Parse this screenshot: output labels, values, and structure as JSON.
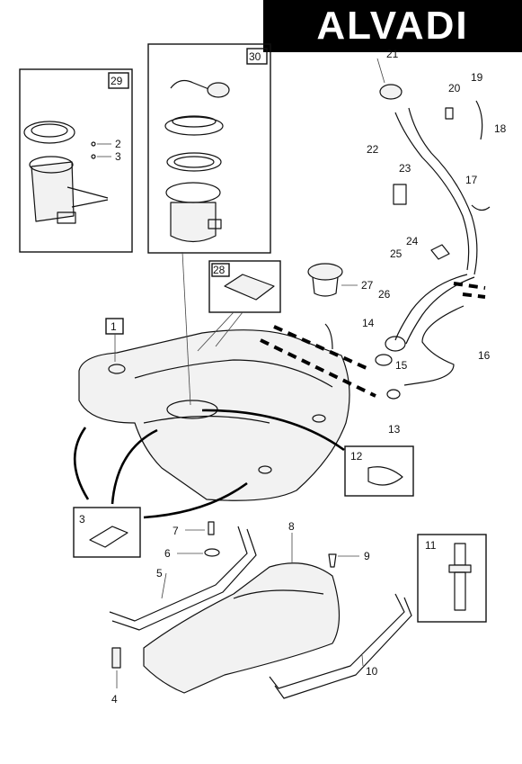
{
  "brand": {
    "logo_text": "ALVADI"
  },
  "callouts": {
    "c1": "1",
    "c2": "2",
    "c3": "3",
    "c4": "4",
    "c5": "5",
    "c6": "6",
    "c7": "7",
    "c8": "8",
    "c9": "9",
    "c10": "10",
    "c11": "11",
    "c12": "12",
    "c13": "13",
    "c14": "14",
    "c15": "15",
    "c16": "16",
    "c17": "17",
    "c18": "18",
    "c19": "19",
    "c20": "20",
    "c21": "21",
    "c22": "22",
    "c23": "23",
    "c24": "24",
    "c25": "25",
    "c26": "26",
    "c27": "27",
    "c28": "28",
    "c29": "29",
    "c30": "30",
    "c3_kit": "3"
  },
  "colors": {
    "ink": "#111111",
    "background": "#ffffff",
    "logo_bg": "#000000",
    "logo_fg": "#ffffff"
  }
}
